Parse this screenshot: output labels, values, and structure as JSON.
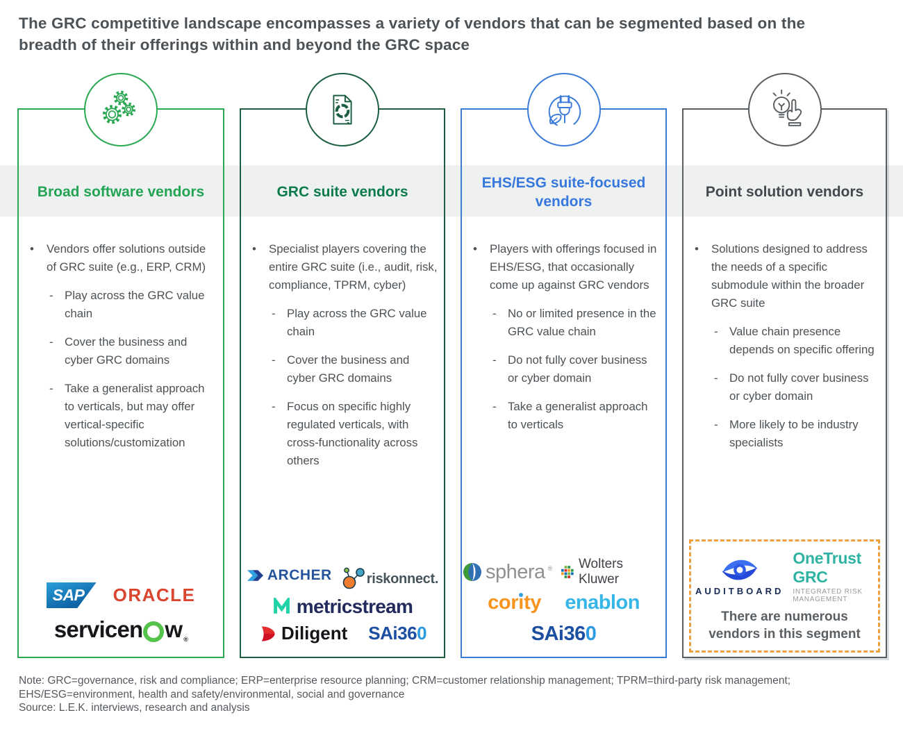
{
  "title": "The GRC competitive landscape encompasses a variety of vendors that can be segmented based on the breadth of their offerings within and beyond the GRC space",
  "colors": {
    "band": "#eff1f0",
    "text": "#4c5155",
    "title": "#4d5257",
    "footnote": "#55595d"
  },
  "markers": {
    "bullet": "•",
    "sub": "-"
  },
  "columns": [
    {
      "heading": "Broad software vendors",
      "accent": "#2aa851",
      "heading_color": "#23a455",
      "icon": "gears-icon",
      "bullet": "Vendors offer solutions outside of GRC suite (e.g., ERP, CRM)",
      "subs": [
        "Play across the GRC value chain",
        "Cover the business and cyber GRC domains",
        "Take a generalist approach to verticals, but may offer vertical-specific solutions/customization"
      ],
      "logos": {
        "sap": "SAP",
        "oracle": "ORACLE",
        "servicenow_pre": "servicen",
        "servicenow_post": "w",
        "servicenow_reg": "®"
      }
    },
    {
      "heading": "GRC suite vendors",
      "accent": "#1c5f40",
      "heading_color": "#0c7b4c",
      "icon": "document-pie-chart-icon",
      "bullet": "Specialist players covering the entire GRC suite (i.e., audit, risk, compliance, TPRM, cyber)",
      "subs": [
        "Play across the GRC value chain",
        "Cover the business and cyber GRC domains",
        "Focus on specific highly regulated verticals, with cross-functionality across others"
      ],
      "logos": {
        "archer": "ARCHER",
        "riskonnect": "riskonnect.",
        "metricstream": "metricstream",
        "diligent": "Diligent",
        "sai360_pre": "SAi36",
        "sai360_zero": "0"
      }
    },
    {
      "heading": "EHS/ESG suite-focused vendors",
      "accent": "#3b7ad9",
      "heading_color": "#3678dd",
      "icon": "plug-leaf-icon",
      "bullet": "Players with offerings focused in EHS/ESG, that occasionally come up against GRC vendors",
      "subs": [
        "No or limited presence in the GRC value chain",
        "Do not fully cover business or cyber domain",
        "Take a generalist approach to verticals"
      ],
      "logos": {
        "sphera": "sphera",
        "sphera_reg": "®",
        "wolters_kluwer": "Wolters Kluwer",
        "cority_pre": "cor",
        "cority_i": "i",
        "cority_post": "ty",
        "enablon": "enablon",
        "sai360_pre": "SAi36",
        "sai360_zero": "0"
      }
    },
    {
      "heading": "Point solution vendors",
      "accent": "#585d61",
      "heading_color": "#42484d",
      "icon": "lightbulb-hand-icon",
      "bullet": "Solutions designed to address the needs of a specific submodule within the broader GRC suite",
      "subs": [
        "Value chain presence depends on specific offering",
        "Do not fully cover business or cyber domain",
        "More likely to be industry specialists"
      ],
      "logos": {
        "auditboard": "AUDITBOARD",
        "onetrust_line1": "OneTrust GRC",
        "onetrust_line2": "INTEGRATED RISK MANAGEMENT",
        "caption": "There are numerous vendors in this segment"
      }
    }
  ],
  "note_lines": [
    "Note: GRC=governance, risk and compliance; ERP=enterprise resource planning; CRM=customer relationship management; TPRM=third-party risk management;",
    "EHS/ESG=environment, health and safety/environmental, social and governance"
  ],
  "source": "Source: L.E.K. interviews, research and analysis"
}
